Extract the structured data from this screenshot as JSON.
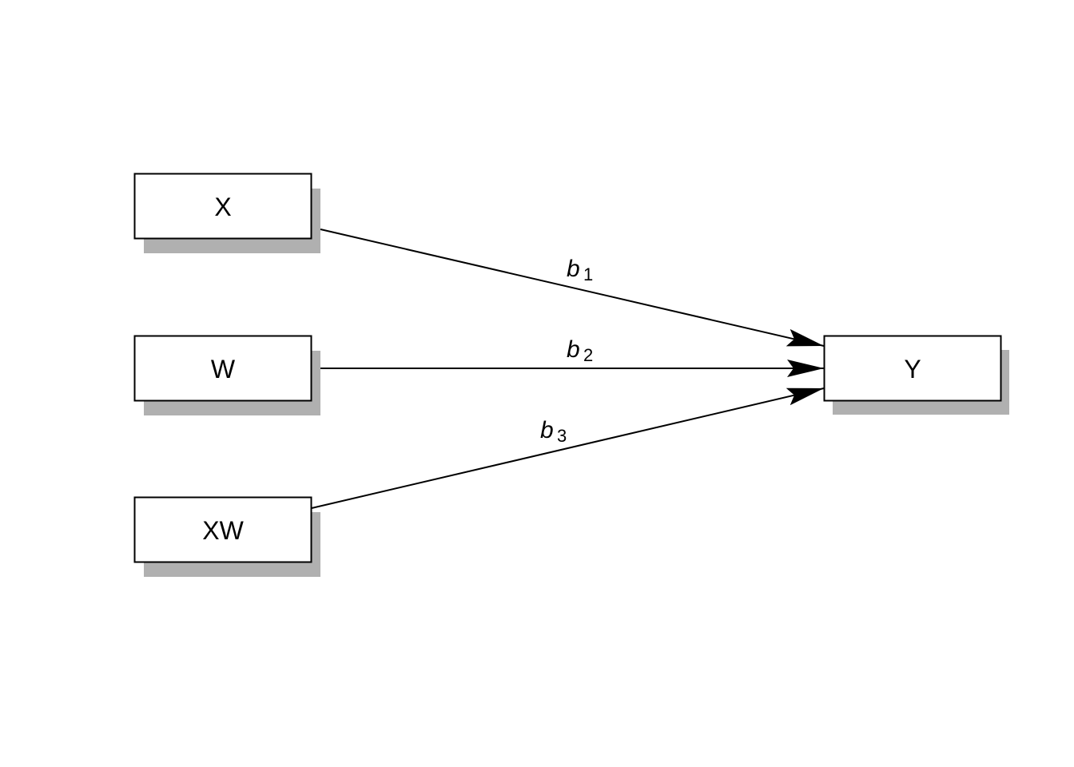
{
  "diagram": {
    "type": "path-diagram",
    "colors": {
      "box_fill": "#ffffff",
      "box_stroke": "#000000",
      "shadow": "#b0b0b0",
      "edge": "#000000"
    },
    "nodes": [
      {
        "id": "X",
        "label": "X"
      },
      {
        "id": "W",
        "label": "W"
      },
      {
        "id": "XW",
        "label": "XW"
      },
      {
        "id": "Y",
        "label": "Y"
      }
    ],
    "edges": [
      {
        "from": "X",
        "to": "Y",
        "label": "b",
        "subscript": "1"
      },
      {
        "from": "W",
        "to": "Y",
        "label": "b",
        "subscript": "2"
      },
      {
        "from": "XW",
        "to": "Y",
        "label": "b",
        "subscript": "3"
      }
    ]
  }
}
